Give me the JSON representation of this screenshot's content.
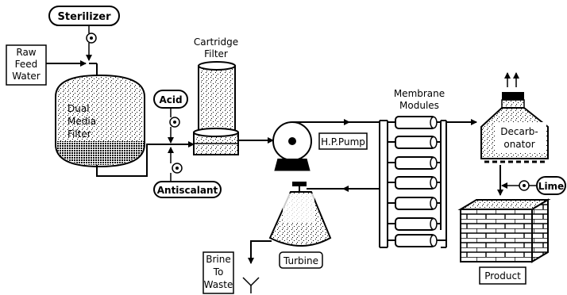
{
  "labels": {
    "sterilizer": "Sterilizer",
    "raw_feed_water": [
      "Raw",
      "Feed",
      "Water"
    ],
    "dual_media_filter": [
      "Dual",
      "Media",
      "Filter"
    ],
    "cartridge_filter": [
      "Cartridge",
      "Filter"
    ],
    "acid": "Acid",
    "antiscalant": "Antiscalant",
    "hp_pump": "H.P.Pump",
    "membrane_modules": [
      "Membrane",
      "Modules"
    ],
    "decarbonator": [
      "Decarb-",
      "onator"
    ],
    "lime": "Lime",
    "turbine": "Turbine",
    "brine_to_waste": [
      "Brine",
      "To",
      "Waste"
    ],
    "product": "Product"
  },
  "icons": {
    "vent_arrows": "up-arrows",
    "dosing_pump": "circle-dot"
  }
}
